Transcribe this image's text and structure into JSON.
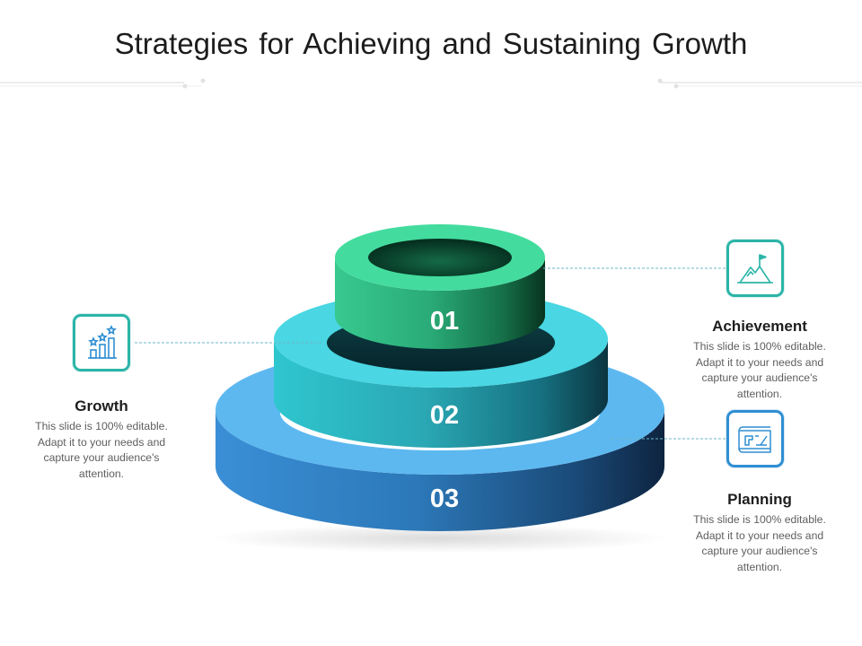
{
  "title": "Strategies for Achieving and Sustaining Growth",
  "colors": {
    "top_tier": "#3ed39a",
    "middle_tier": "#35c8d6",
    "bottom_tier": "#4aa7e6",
    "icon_teal": "#2bb5a8",
    "icon_blue": "#2f8fd2",
    "connector": "#6bb6c4"
  },
  "tiers": [
    {
      "number": "01"
    },
    {
      "number": "02"
    },
    {
      "number": "03"
    }
  ],
  "items": {
    "growth": {
      "title": "Growth",
      "description": "This slide is 100% editable. Adapt it to your needs and capture your audience's attention.",
      "icon": "bar-chart-stars-icon"
    },
    "achievement": {
      "title": "Achievement",
      "description": "This slide is 100% editable. Adapt it to your needs and capture your audience's attention.",
      "icon": "mountain-flag-icon"
    },
    "planning": {
      "title": "Planning",
      "description": "This slide is 100% editable. Adapt it to your needs and capture your audience's attention.",
      "icon": "blueprint-icon"
    }
  }
}
